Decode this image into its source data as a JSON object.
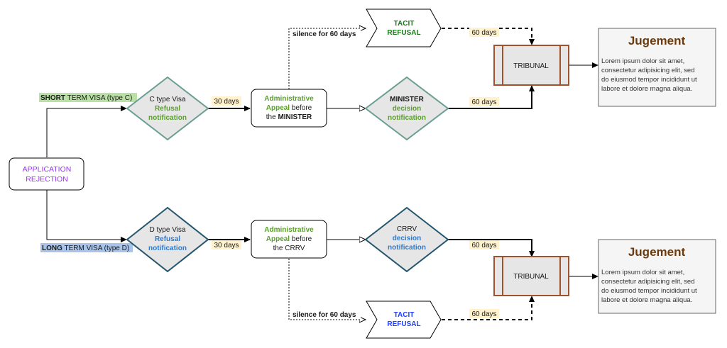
{
  "start_node": {
    "line1": "APPLICATION",
    "line2": "REJECTION"
  },
  "visa": {
    "short_term": {
      "bold": "SHORT",
      "rest": " TERM VISA (type C)"
    },
    "long_term": {
      "bold": "LONG",
      "rest": " TERM VISA (type D)"
    }
  },
  "top": {
    "refusal": {
      "line1": "C type Visa",
      "line2": "Refusal",
      "line3": "notification"
    },
    "days_30": "30 days",
    "appeal": {
      "line1": "Administrative",
      "line2a": "Appeal",
      "line2b": " before",
      "line3a": "the ",
      "line3b": "MINISTER"
    },
    "silence": "silence for 60 days",
    "tacit": {
      "line1": "TACIT",
      "line2": "REFUSAL"
    },
    "decision": {
      "line1": "MINISTER",
      "line2": "decision",
      "line3": "notification"
    },
    "days_60_a": "60 days",
    "days_60_b": "60 days",
    "tribunal": "TRIBUNAL",
    "judgement_title": "Jugement",
    "judgement_lines": [
      "Lorem ipsum dolor sit amet,",
      "consectetur adipisicing elit, sed",
      "do eiusmod tempor incididunt ut",
      "labore et dolore magna aliqua."
    ]
  },
  "bottom": {
    "refusal": {
      "line1": "D type Visa",
      "line2": "Refusal",
      "line3": "notification"
    },
    "days_30": "30 days",
    "appeal": {
      "line1": "Administrative",
      "line2a": "Appeal",
      "line2b": " before",
      "line3": "the CRRV"
    },
    "silence": "silence for 60 days",
    "tacit": {
      "line1": "TACIT",
      "line2": "REFUSAL"
    },
    "decision": {
      "line1": "CRRV",
      "line2": "decision",
      "line3": "notification"
    },
    "days_60_a": "60 days",
    "days_60_b": "60 days",
    "tribunal": "TRIBUNAL",
    "judgement_title": "Jugement",
    "judgement_lines": [
      "Lorem ipsum dolor sit amet,",
      "consectetur adipisicing elit, sed",
      "do eiusmod tempor incididunt ut",
      "labore et dolore magna aliqua."
    ]
  },
  "colors": {
    "green_text": "#5aa02c",
    "dark_green_text": "#1a7a1a",
    "blue_text": "#2e7bcf",
    "tacit_blue": "#1f3fff",
    "purple_text": "#9b30ff",
    "short_highlight": "#b9e0a5",
    "long_highlight": "#a9c4eb",
    "days_highlight": "#fff2cc",
    "diamond_top_stroke": "#6a9e93",
    "diamond_bottom_stroke": "#24566e",
    "tribunal_stroke": "#a0522d",
    "judgement_title": "#6b3a0f"
  }
}
